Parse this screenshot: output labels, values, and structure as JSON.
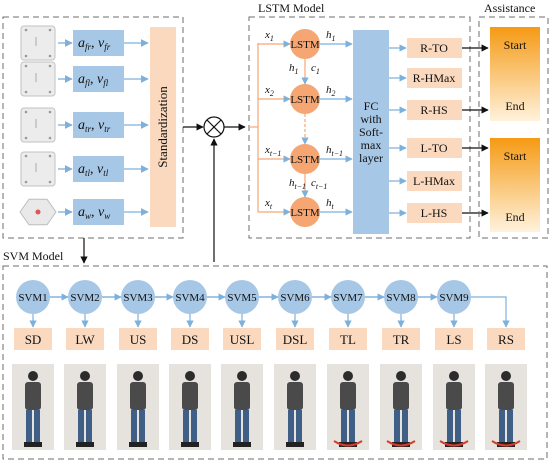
{
  "sensors": {
    "items": [
      {
        "a": "a",
        "v": "v",
        "sub": "fr",
        "icon": "sensor-square"
      },
      {
        "a": "a",
        "v": "v",
        "sub": "fl",
        "icon": "sensor-square"
      },
      {
        "a": "a",
        "v": "v",
        "sub": "tr",
        "icon": "sensor-square"
      },
      {
        "a": "a",
        "v": "v",
        "sub": "tl",
        "icon": "sensor-square"
      },
      {
        "a": "a",
        "v": "v",
        "sub": "w",
        "icon": "sensor-hexagon"
      }
    ],
    "sep": ","
  },
  "standardization": "Standardization",
  "lstm": {
    "title": "LSTM Model",
    "cell": "LSTM",
    "inputs": [
      {
        "base": "x",
        "sub": "1"
      },
      {
        "base": "x",
        "sub": "2"
      },
      {
        "base": "x",
        "sub": "t−1"
      },
      {
        "base": "x",
        "sub": "t"
      }
    ],
    "hidden": [
      {
        "base": "h",
        "sub": "1"
      },
      {
        "base": "h",
        "sub": "2"
      },
      {
        "base": "h",
        "sub": "t−1"
      },
      {
        "base": "h",
        "sub": "t"
      }
    ],
    "vertical": [
      {
        "h": "h",
        "hs": "1",
        "c": "c",
        "cs": "1"
      },
      {
        "h": "h",
        "hs": "t−1",
        "c": "c",
        "cs": "t−1"
      }
    ],
    "fc": [
      "FC",
      "with",
      "Soft-",
      "max",
      "layer"
    ],
    "outputs": [
      "R-TO",
      "R-HMax",
      "R-HS",
      "L-TO",
      "L-HMax",
      "L-HS"
    ]
  },
  "assistance": {
    "title": "Assistance",
    "blocks": [
      {
        "start": "Start",
        "end": "End"
      },
      {
        "start": "Start",
        "end": "End"
      }
    ]
  },
  "svm": {
    "title": "SVM Model",
    "nodes": [
      "SVM1",
      "SVM2",
      "SVM3",
      "SVM4",
      "SVM5",
      "SVM6",
      "SVM7",
      "SVM8",
      "SVM9"
    ],
    "classes": [
      "SD",
      "LW",
      "US",
      "DS",
      "USL",
      "DSL",
      "TL",
      "TR",
      "LS",
      "RS"
    ]
  },
  "colors": {
    "blue": "#a7c7e6",
    "cell": "#f5a673",
    "peach": "#fad9be",
    "grad_top": "#f59a14",
    "grad_bottom": "#fff2dc",
    "arrow": "#7eb0dc",
    "dash": "#6d6d6d"
  }
}
